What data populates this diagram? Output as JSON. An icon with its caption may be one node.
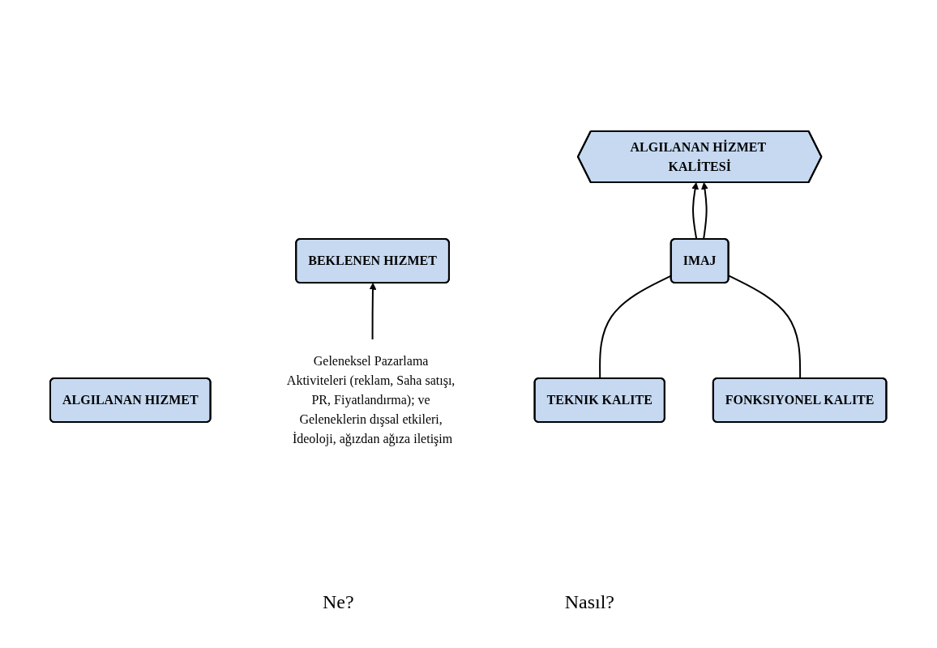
{
  "diagram": {
    "nodes": [
      {
        "text": [
          "BEKLENEN HIZMET"
        ]
      },
      {
        "text": [
          "ALGILANAN HİZMET KALİTESİ"
        ]
      },
      {
        "text": [
          "ALGILANAN HIZMET"
        ]
      },
      {
        "text": [
          "Geleneksel Pazarlama Aktiviteleri (reklam, Saha satışı, PR, Fiyatlandırma); ve Geleneklerin dışsal etkileri, İdeoloji, ağızdan ağıza iletişim"
        ]
      },
      {
        "text": [
          "IMAJ"
        ]
      },
      {
        "text": [
          "TEKNIK KALITE"
        ]
      },
      {
        "text": [
          "FONKSIYONEL KALITE"
        ]
      }
    ],
    "labels": [
      "Ne?",
      "Nasıl?"
    ],
    "edges": [
      {
        "from": 3,
        "to": 0,
        "arrow": "to"
      },
      {
        "from": 5,
        "to": 4,
        "arrow": "none"
      },
      {
        "from": 4,
        "to": 1,
        "arrow": "to"
      },
      {
        "from": 6,
        "to": 4,
        "arrow": "none"
      },
      {
        "from": 4,
        "to": 1,
        "arrow": "to"
      }
    ]
  }
}
